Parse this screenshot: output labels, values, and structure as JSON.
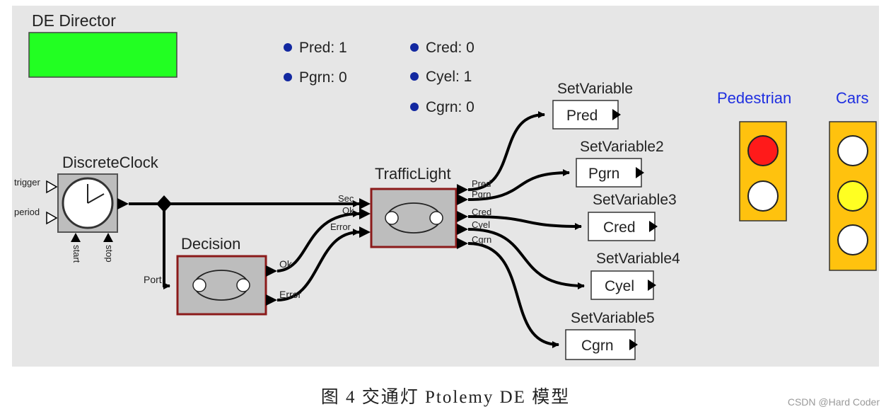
{
  "director": {
    "label": "DE Director",
    "color": "#22ff22"
  },
  "parameters": [
    {
      "name": "Pred",
      "value": "Pred: 1"
    },
    {
      "name": "Pgrn",
      "value": "Pgrn: 0"
    },
    {
      "name": "Cred",
      "value": "Cred: 0"
    },
    {
      "name": "Cyel",
      "value": "Cyel: 1"
    },
    {
      "name": "Cgrn",
      "value": "Cgrn: 0"
    }
  ],
  "actors": {
    "clock": {
      "title": "DiscreteClock",
      "ports": {
        "trigger": "trigger",
        "period": "period",
        "start": "start",
        "stop": "stop"
      }
    },
    "decision": {
      "title": "Decision",
      "ports": {
        "in": "Port",
        "ok": "Ok",
        "error": "Error"
      }
    },
    "traffic": {
      "title": "TrafficLight",
      "inputs": [
        "Sec",
        "Ok",
        "Error"
      ],
      "outputs": [
        "Pred",
        "Pgrn",
        "Cred",
        "Cyel",
        "Cgrn"
      ]
    }
  },
  "setvars": [
    {
      "title": "SetVariable",
      "label": "Pred"
    },
    {
      "title": "SetVariable2",
      "label": "Pgrn"
    },
    {
      "title": "SetVariable3",
      "label": "Cred"
    },
    {
      "title": "SetVariable4",
      "label": "Cyel"
    },
    {
      "title": "SetVariable5",
      "label": "Cgrn"
    }
  ],
  "lights": {
    "pedestrian": {
      "title": "Pedestrian",
      "lamps": [
        "#ff1a1a",
        "#ffffff"
      ]
    },
    "cars": {
      "title": "Cars",
      "lamps": [
        "#ffffff",
        "#ffff22",
        "#ffffff"
      ]
    },
    "housing_color": "#ffc20e",
    "title_color": "#1f2fe0"
  },
  "caption": "图 4  交通灯 Ptolemy DE 模型",
  "watermark": "CSDN @Hard Coder"
}
